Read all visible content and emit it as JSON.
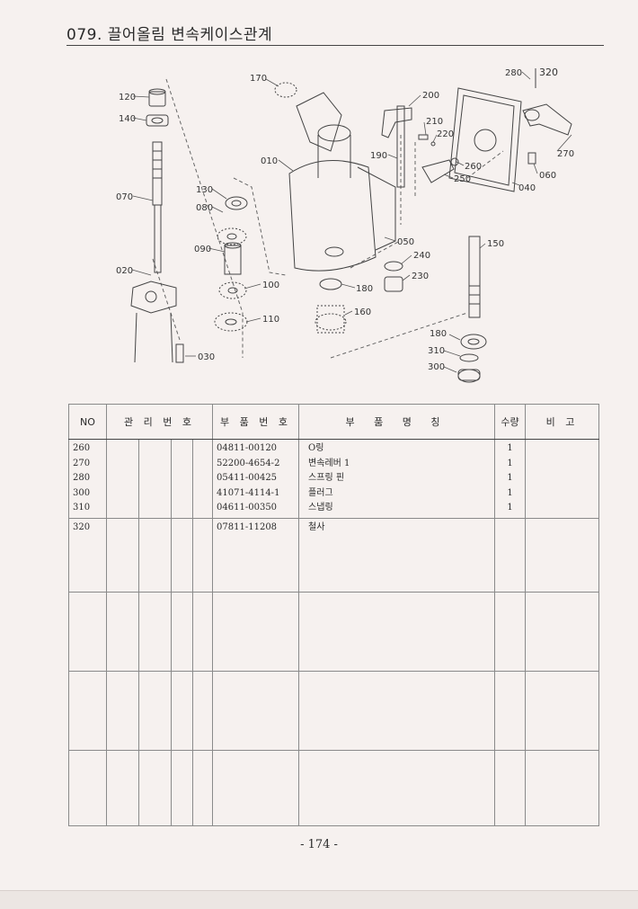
{
  "page": {
    "title": "079. 끌어올림 변속케이스관계",
    "page_number": "- 174 -"
  },
  "diagram": {
    "labels": [
      "120",
      "140",
      "070",
      "020",
      "130",
      "080",
      "090",
      "100",
      "110",
      "030",
      "170",
      "010",
      "050",
      "180",
      "160",
      "200",
      "210",
      "220",
      "190",
      "260",
      "250",
      "240",
      "230",
      "280",
      "320",
      "270",
      "060",
      "040",
      "150",
      "180",
      "310",
      "300"
    ]
  },
  "table": {
    "headers": {
      "no": "NO",
      "mgmt": "관 리 번 호",
      "part_no": "부 품 번 호",
      "name": "부 품 명 칭",
      "qty": "수량",
      "note": "비 고"
    },
    "groups": [
      {
        "no": "260\n270\n280\n300\n310",
        "part_no": "04811-00120\n52200-4654-2\n05411-00425\n41071-4114-1\n04611-00350",
        "name": "O링\n변속레버 1\n스프링 핀\n플러그\n스냅링",
        "qty": "1\n1\n1\n1\n1"
      },
      {
        "no": "320",
        "part_no": "07811-11208",
        "name": "철사",
        "qty": ""
      }
    ]
  }
}
